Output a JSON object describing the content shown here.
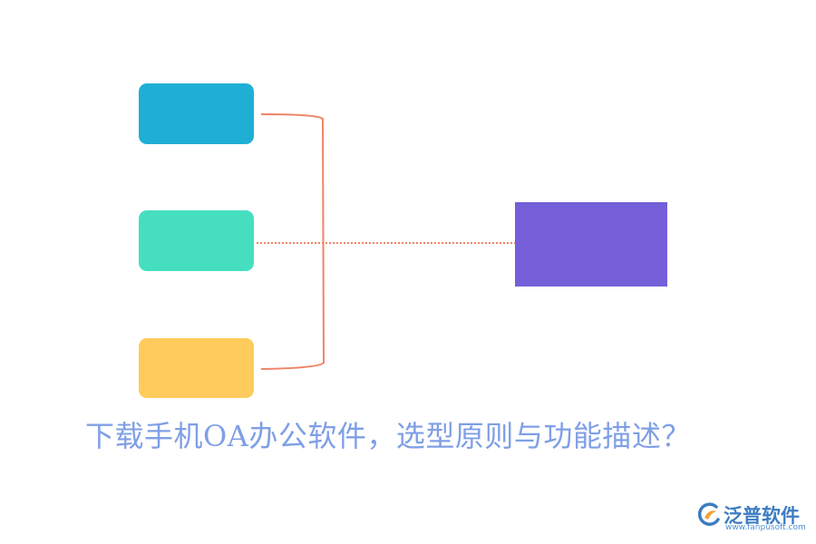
{
  "colors": {
    "box_1": "#1fafd5",
    "box_2": "#45dfc0",
    "box_3": "#ffcb5c",
    "target": "#745fd8",
    "connector": "#ef8468",
    "caption": "#7f9fe6",
    "logo_main": "#3d7cc1",
    "logo_accent": "#f1a23a",
    "logo_url": "#4f8fd3"
  },
  "caption": "下载手机OA办公软件，选型原则与功能描述？",
  "logo": {
    "icon": "fanpu-logo-icon",
    "name": "泛普软件",
    "url": "www.fanpusoft.com"
  }
}
